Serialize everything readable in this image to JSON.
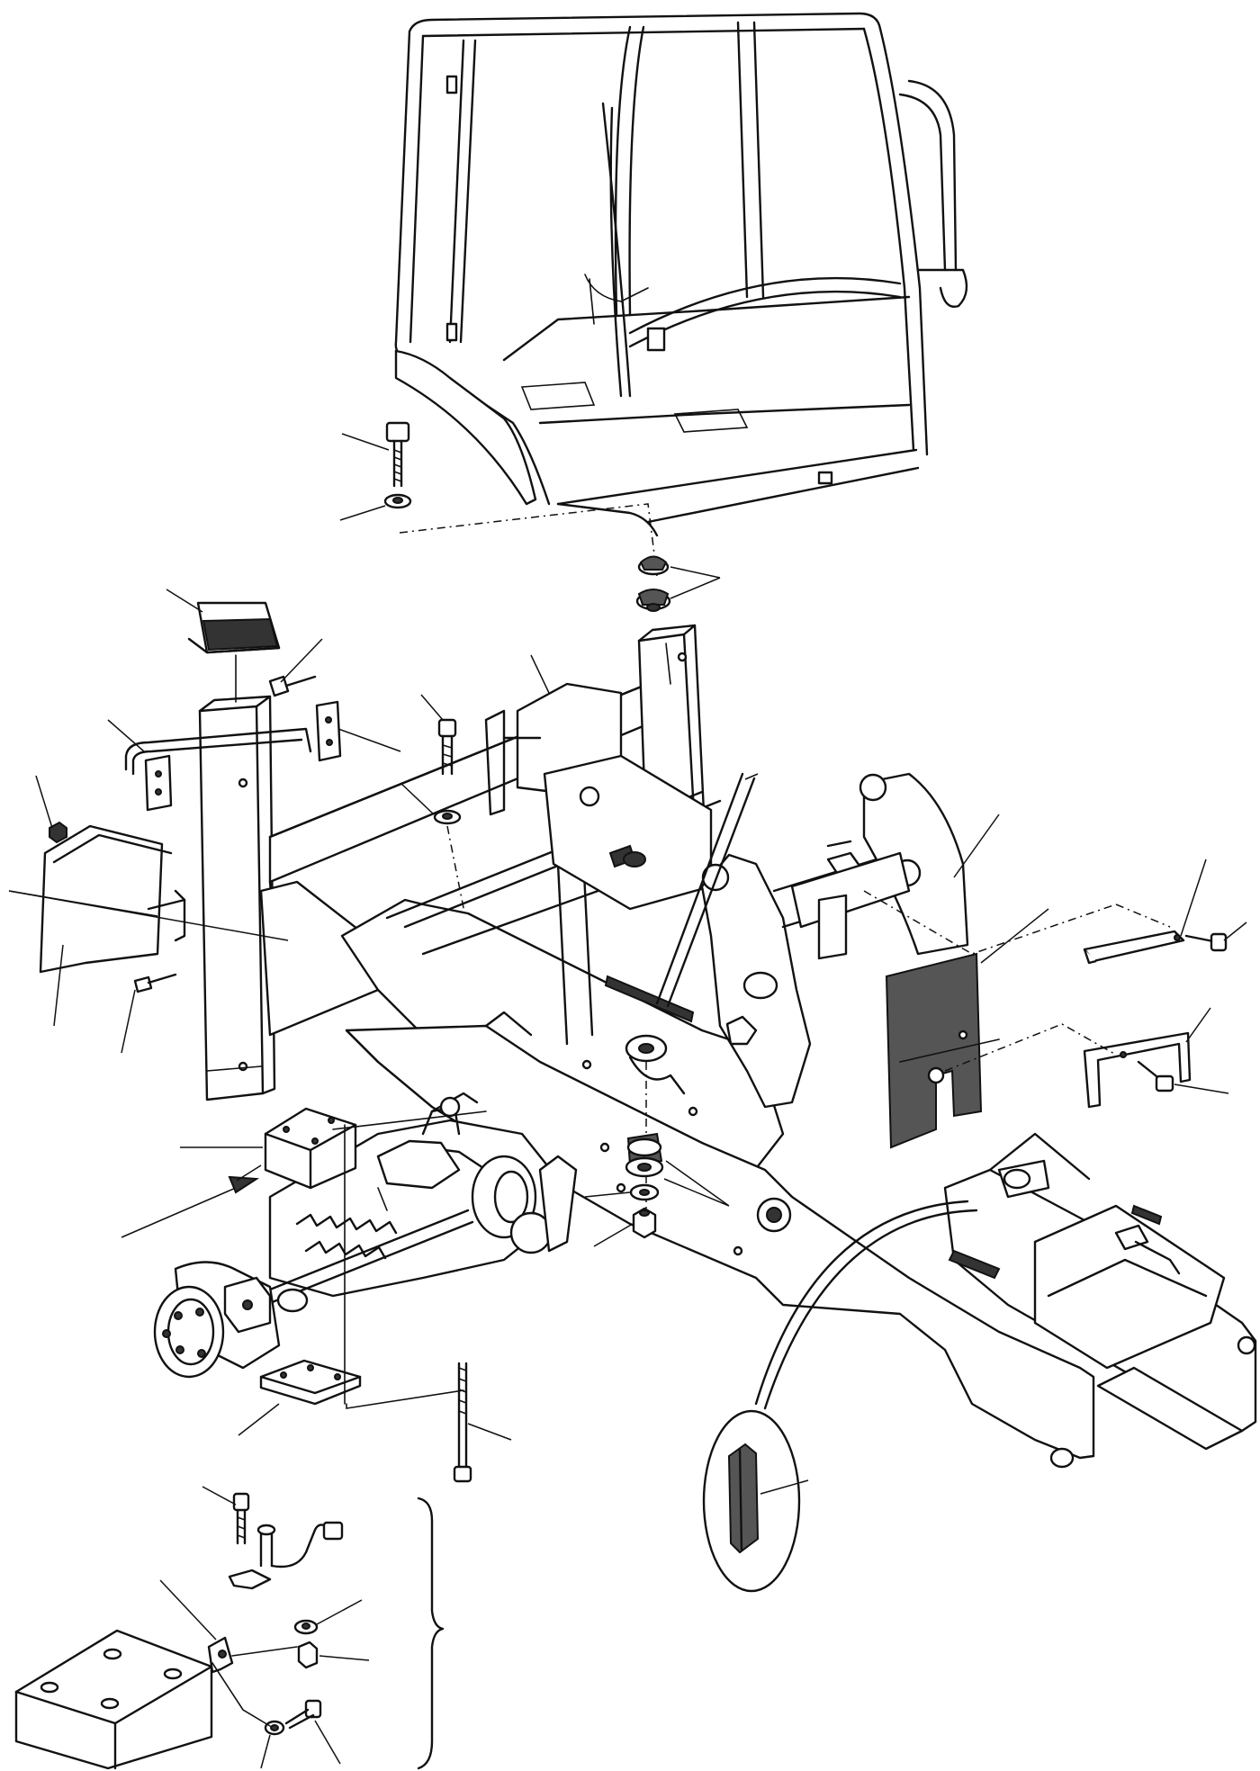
{
  "drawing": {
    "kind": "exploded parts diagram",
    "colors": {
      "ink": "#111111",
      "paper": "#ffffff",
      "shade": "#555555"
    },
    "assemblies": [
      "operator-cab",
      "main-chassis-frame",
      "front-axle",
      "rubber-mounts",
      "spacer-blocks",
      "detail-inset-sensor-bracket"
    ]
  }
}
